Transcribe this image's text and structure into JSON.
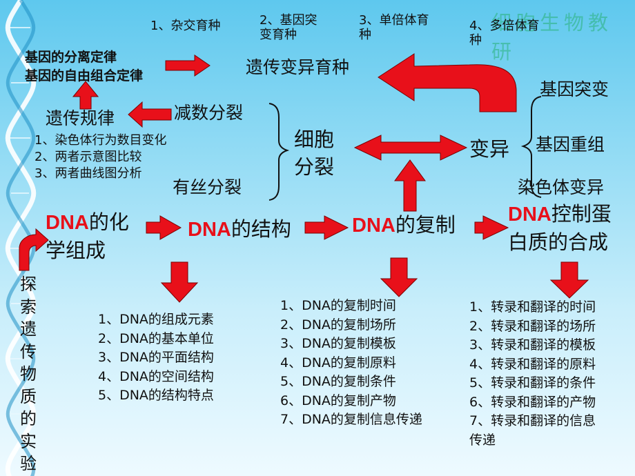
{
  "top_methods": [
    {
      "text": "1、杂交育种"
    },
    {
      "line1": "2、基因突",
      "line2": "变育种"
    },
    {
      "line1": "3、单倍体育",
      "line2": "种"
    },
    {
      "line1": "4、多倍体育",
      "line2": "种"
    }
  ],
  "watermark": "细胞生物教研",
  "laws": {
    "line1": "基因的分离定律",
    "line2": "基因的自由组合定律"
  },
  "breeding_title": "遗传变异育种",
  "heredity_law": "遗传规律",
  "meiosis": "减数分裂",
  "mitosis": "有丝分裂",
  "cell_division": {
    "line1": "细胞",
    "line2": "分裂"
  },
  "variation": "变异",
  "variation_types": [
    "基因突变",
    "基因重组",
    "染色体变异"
  ],
  "heredity_points": [
    "1、染色体行为数目变化",
    "2、两者示意图比较",
    "3、两者曲线图分析"
  ],
  "dna_word": "DNA",
  "chain": {
    "chem_suffix": "的化",
    "chem_line2": "学组成",
    "structure_suffix": "的结构",
    "replication_suffix": "的复制",
    "control_suffix": "控制蛋",
    "control_line2": "白质的合成"
  },
  "experiment_label": "探索遗传物质的实验",
  "composition_list": [
    "1、DNA的组成元素",
    "2、DNA的基本单位",
    "3、DNA的平面结构",
    "4、DNA的空间结构",
    "5、DNA的结构特点"
  ],
  "replication_list": [
    "1、DNA的复制时间",
    "2、DNA的复制场所",
    "3、DNA的复制模板",
    "4、DNA的复制原料",
    "5、DNA的复制条件",
    "6、DNA的复制产物",
    "7、DNA的复制信息传递"
  ],
  "protein_list": [
    "1、转录和翻译的时间",
    "2、转录和翻译的场所",
    "3、转录和翻译的模板",
    "4、转录和翻译的原料",
    "5、转录和翻译的条件",
    "6、转录和翻译的产物",
    "7、转录和翻译的信息",
    "传递"
  ],
  "colors": {
    "arrow": "#e8101a",
    "dna_text": "#e8101a",
    "background_top": "#5ec8ee",
    "background_bottom": "#eefaff"
  }
}
